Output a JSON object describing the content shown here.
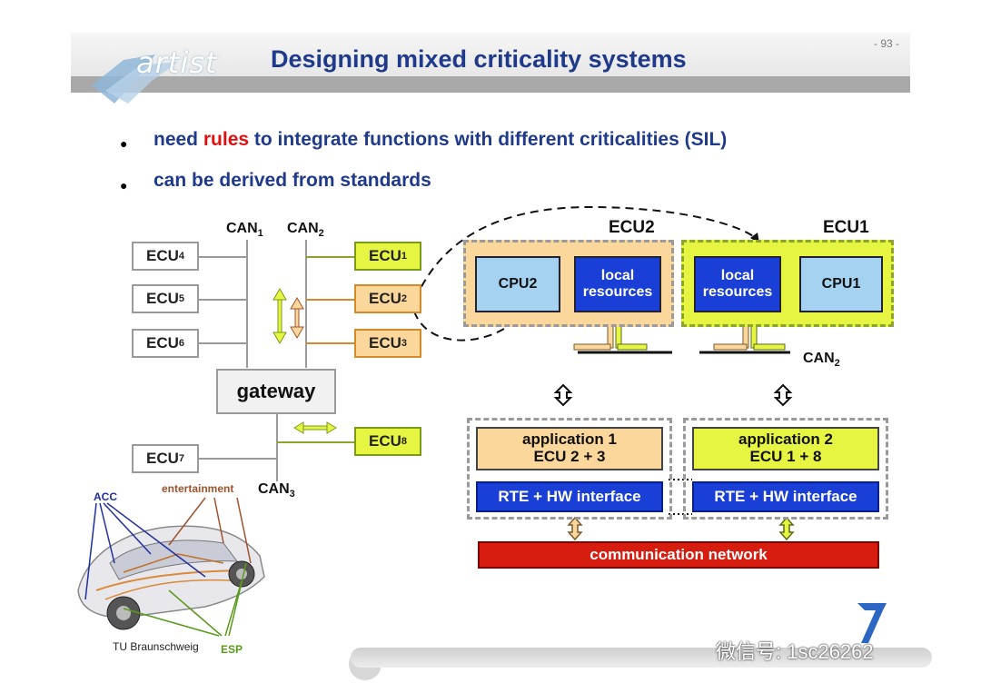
{
  "header": {
    "logo": "artist",
    "title": "Designing mixed criticality systems",
    "page_number": "- 93 -"
  },
  "bullets": [
    {
      "pre": "need ",
      "highlight": "rules",
      "post": " to integrate functions with different criticalities (SIL)"
    },
    {
      "pre": "can be derived from standards",
      "highlight": "",
      "post": ""
    }
  ],
  "left_network": {
    "can_labels": {
      "can1": "CAN",
      "can1_sub": "1",
      "can2": "CAN",
      "can2_sub": "2",
      "can3": "CAN",
      "can3_sub": "3"
    },
    "ecus_gray": [
      {
        "name": "ECU",
        "sub": "4"
      },
      {
        "name": "ECU",
        "sub": "5"
      },
      {
        "name": "ECU",
        "sub": "6"
      },
      {
        "name": "ECU",
        "sub": "7"
      }
    ],
    "ecu1": {
      "name": "ECU",
      "sub": "1"
    },
    "ecu2": {
      "name": "ECU",
      "sub": "2"
    },
    "ecu3": {
      "name": "ECU",
      "sub": "3"
    },
    "ecu8": {
      "name": "ECU",
      "sub": "8"
    },
    "gateway": "gateway"
  },
  "car": {
    "acc": "ACC",
    "entertainment": "entertainment",
    "esp": "ESP",
    "credit": "TU Braunschweig"
  },
  "right_arch": {
    "ecu2_title": "ECU2",
    "ecu1_title": "ECU1",
    "cpu2": "CPU2",
    "cpu1": "CPU1",
    "local_resources_l1": "local",
    "local_resources_l2": "resources",
    "can2": "CAN",
    "can2_sub": "2",
    "app1_l1": "application 1",
    "app1_l2": "ECU 2 + 3",
    "app2_l1": "application 2",
    "app2_l2": "ECU 1 + 8",
    "rte": "RTE + HW interface",
    "comm": "communication network"
  },
  "footer": {
    "watermark": "微信号: 1sc26262"
  },
  "colors": {
    "title_blue": "#1f3a8a",
    "highlight_red": "#e01010",
    "green_fill": "#e6f542",
    "orange_fill": "#fcd79b",
    "blue_fill": "#1a3fd6",
    "red_fill": "#d61d10"
  }
}
